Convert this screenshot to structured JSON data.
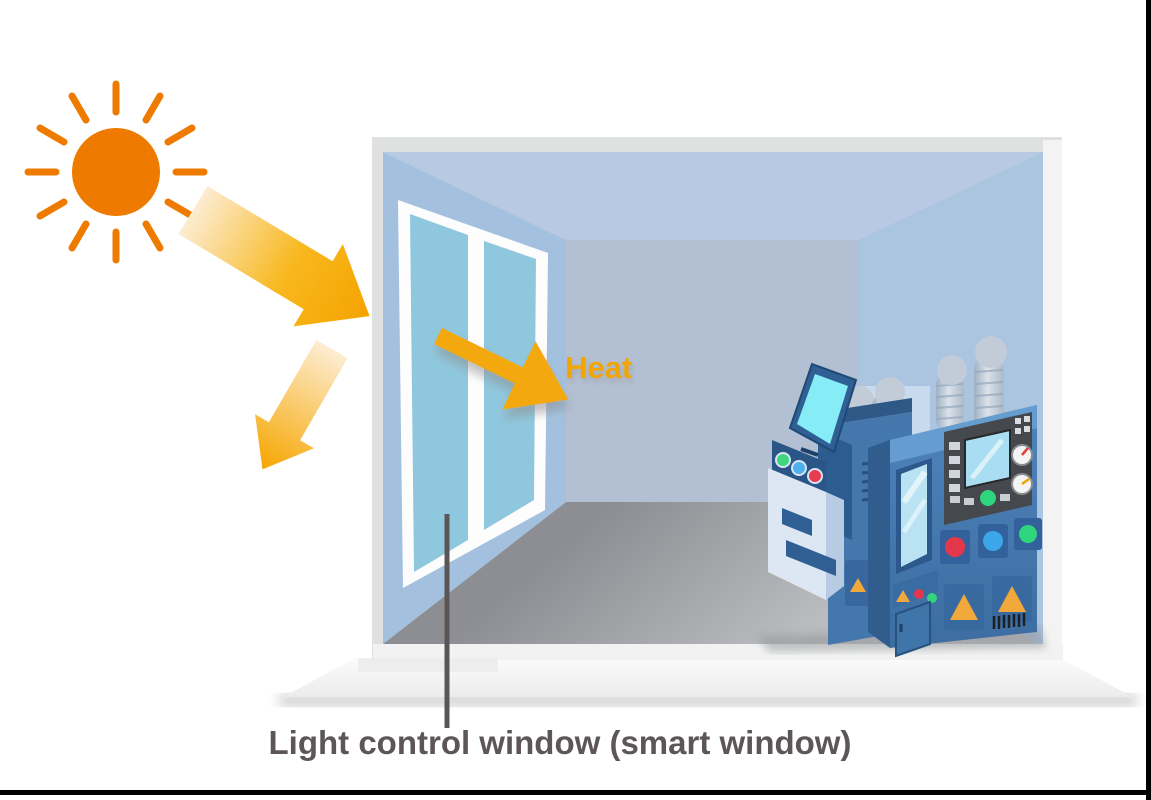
{
  "labels": {
    "heat": "Heat",
    "caption": "Light control window (smart window)"
  },
  "colors": {
    "sun": "#ee7a00",
    "sunlight_arrow_light": "#fcecd2",
    "sunlight_arrow": "#f5a300",
    "heat_arrow": "#f3a90b",
    "heat_text": "#f0a500",
    "caption_text": "#5d5656",
    "leader_line": "#5b5555",
    "window_frame": "#fdfdfe",
    "window_glass": "#8fc8de",
    "left_wall": "#a3c1de",
    "ceiling": "#b7c9e3",
    "back_wall": "#b3c0d3",
    "right_wall": "#abc4e0",
    "floor_back": "#8c8e93",
    "floor_front": "#bbbcbf",
    "room_frame": "#dfe1e0",
    "machine_blue": "#4a7fb6",
    "machine_dark_blue": "#2f5f93",
    "machine_light_body": "#dde7f3",
    "panel_dark": "#45484c",
    "button_red": "#e5374b",
    "button_blue": "#3ba6ea",
    "button_green": "#2ed57d",
    "warning_orange": "#f2a93c",
    "page_border": "#000000"
  },
  "scene": {
    "sun": "sun-icon",
    "incident_arrow": "sunlight-incident-arrow",
    "reflected_arrow": "sunlight-reflected-arrow",
    "heat_arrow": "heat-arrow",
    "window": "smart-window",
    "room": "factory-room",
    "machines": [
      "kiosk-machine",
      "duct-machine",
      "control-cabinet"
    ]
  }
}
